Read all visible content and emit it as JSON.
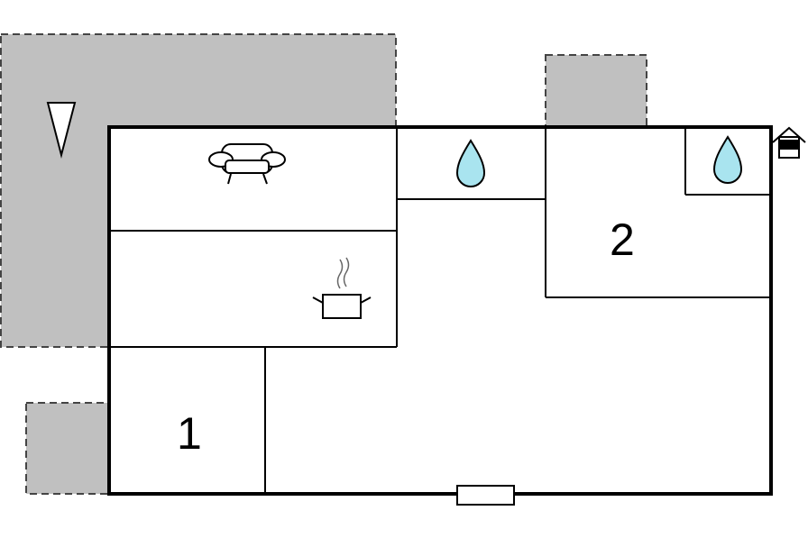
{
  "floorplan": {
    "rooms": [
      {
        "id": "bedroom-1",
        "label": "1"
      },
      {
        "id": "bedroom-2",
        "label": "2"
      }
    ],
    "icons": {
      "compass": "north-arrow-icon",
      "living": "sofa-icon",
      "kitchen": "cooking-pot-icon",
      "bath_a": "water-drop-icon",
      "bath_b": "water-drop-icon",
      "entrance": "house-entrance-icon",
      "door": "door-icon"
    },
    "colors": {
      "terrace_fill": "#c0c0c0",
      "wall": "#000000",
      "water": "#a9e4ef"
    }
  }
}
